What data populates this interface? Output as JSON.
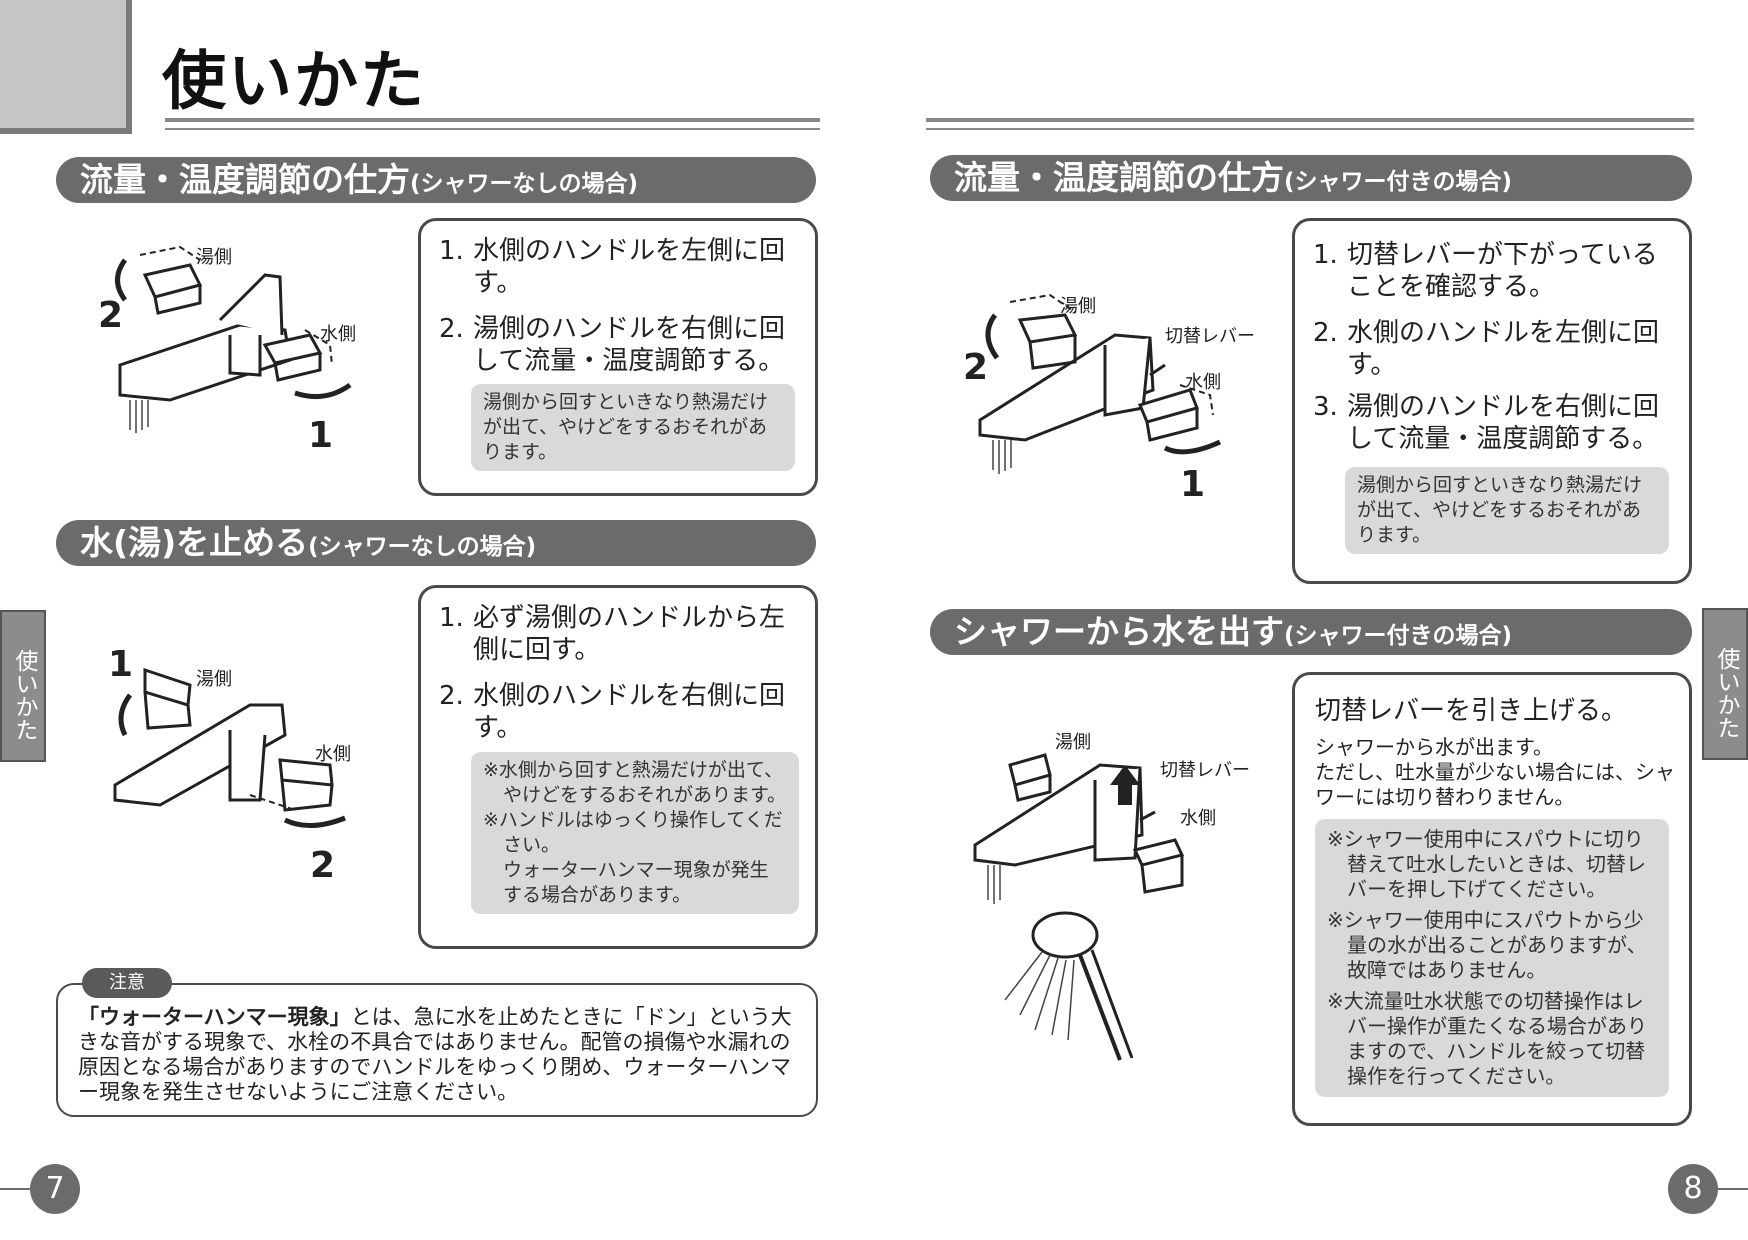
{
  "title": "使いかた",
  "left_page": {
    "section1": {
      "title": "流量・温度調節の仕方",
      "subtitle": "(シャワーなしの場合)",
      "illustration": {
        "hot_label": "湯側",
        "cold_label": "水側",
        "num1": "1",
        "num2": "2"
      },
      "steps": [
        {
          "num": "1.",
          "text": "水側のハンドルを左側に回す。"
        },
        {
          "num": "2.",
          "text": "湯側のハンドルを右側に回して流量・温度調節する。"
        }
      ],
      "note": "湯側から回すといきなり熱湯だけが出て、やけどをするおそれがあります。"
    },
    "section2": {
      "title": "水(湯)を止める",
      "subtitle": "(シャワーなしの場合)",
      "illustration": {
        "hot_label": "湯側",
        "cold_label": "水側",
        "num1": "1",
        "num2": "2"
      },
      "steps": [
        {
          "num": "1.",
          "text": "必ず湯側のハンドルから左側に回す。"
        },
        {
          "num": "2.",
          "text": "水側のハンドルを右側に回す。"
        }
      ],
      "notes": [
        "※水側から回すと熱湯だけが出て、やけどをするおそれがあります。",
        "※ハンドルはゆっくり操作してください。",
        "ウォーターハンマー現象が発生する場合があります。"
      ]
    },
    "caution": {
      "label": "注意",
      "bold": "「ウォーターハンマー現象」",
      "text": "とは、急に水を止めたときに「ドン」という大きな音がする現象で、水栓の不具合ではありません。配管の損傷や水漏れの原因となる場合がありますのでハンドルをゆっくり閉め、ウォーターハンマー現象を発生させないようにご注意ください。"
    },
    "side_tab": "使いかた",
    "page_number": "7"
  },
  "right_page": {
    "section1": {
      "title": "流量・温度調節の仕方",
      "subtitle": "(シャワー付きの場合)",
      "illustration": {
        "hot_label": "湯側",
        "cold_label": "水側",
        "lever_label": "切替レバー",
        "num1": "1",
        "num2": "2"
      },
      "steps": [
        {
          "num": "1.",
          "text": "切替レバーが下がっていることを確認する。"
        },
        {
          "num": "2.",
          "text": "水側のハンドルを左側に回す。"
        },
        {
          "num": "3.",
          "text": "湯側のハンドルを右側に回して流量・温度調節する。"
        }
      ],
      "note": "湯側から回すといきなり熱湯だけが出て、やけどをするおそれがあります。"
    },
    "section2": {
      "title": "シャワーから水を出す",
      "subtitle": "(シャワー付きの場合)",
      "illustration": {
        "hot_label": "湯側",
        "cold_label": "水側",
        "lever_label": "切替レバー"
      },
      "heading": "切替レバーを引き上げる。",
      "desc": [
        "シャワーから水が出ます。",
        "ただし、吐水量が少ない場合には、シャワーには切り替わりません。"
      ],
      "notes": [
        "※シャワー使用中にスパウトに切り替えて吐水したいときは、切替レバーを押し下げてください。",
        "※シャワー使用中にスパウトから少量の水が出ることがありますが、故障ではありません。",
        "※大流量吐水状態での切替操作はレバー操作が重たくなる場合がありますので、ハンドルを絞って切替操作を行ってください。"
      ]
    },
    "side_tab": "使いかた",
    "page_number": "8"
  }
}
